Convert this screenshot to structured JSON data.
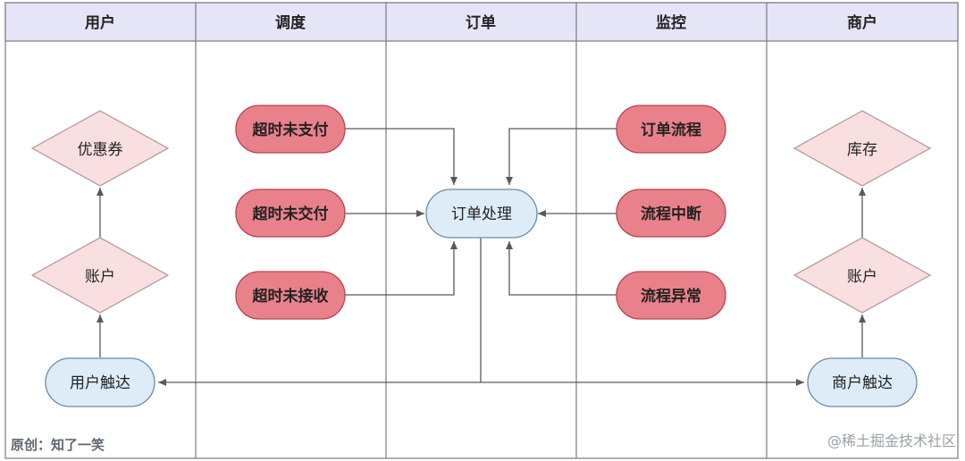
{
  "lanes": [
    {
      "id": "user",
      "label": "用户"
    },
    {
      "id": "dispatch",
      "label": "调度"
    },
    {
      "id": "order",
      "label": "订单"
    },
    {
      "id": "monitor",
      "label": "监控"
    },
    {
      "id": "merchant",
      "label": "商户"
    }
  ],
  "nodes": {
    "user_coupon": {
      "label": "优惠券",
      "shape": "diamond"
    },
    "user_account": {
      "label": "账户",
      "shape": "diamond"
    },
    "user_reach": {
      "label": "用户触达",
      "shape": "pill-blue"
    },
    "timeout_unpaid": {
      "label": "超时未支付",
      "shape": "pill-red"
    },
    "timeout_undelivered": {
      "label": "超时未交付",
      "shape": "pill-red"
    },
    "timeout_unreceived": {
      "label": "超时未接收",
      "shape": "pill-red"
    },
    "order_process": {
      "label": "订单处理",
      "shape": "pill-blue"
    },
    "order_flow": {
      "label": "订单流程",
      "shape": "pill-red"
    },
    "flow_interrupt": {
      "label": "流程中断",
      "shape": "pill-red"
    },
    "flow_exception": {
      "label": "流程异常",
      "shape": "pill-red"
    },
    "merchant_stock": {
      "label": "库存",
      "shape": "diamond"
    },
    "merchant_account": {
      "label": "账户",
      "shape": "diamond"
    },
    "merchant_reach": {
      "label": "商户触达",
      "shape": "pill-blue"
    }
  },
  "edges": [
    {
      "from": "timeout_unpaid",
      "to": "order_process"
    },
    {
      "from": "timeout_undelivered",
      "to": "order_process"
    },
    {
      "from": "timeout_unreceived",
      "to": "order_process"
    },
    {
      "from": "order_flow",
      "to": "order_process"
    },
    {
      "from": "flow_interrupt",
      "to": "order_process"
    },
    {
      "from": "flow_exception",
      "to": "order_process"
    },
    {
      "from": "order_process",
      "to": "user_reach"
    },
    {
      "from": "order_process",
      "to": "merchant_reach"
    },
    {
      "from": "user_reach",
      "to": "user_account"
    },
    {
      "from": "user_account",
      "to": "user_coupon"
    },
    {
      "from": "merchant_reach",
      "to": "merchant_account"
    },
    {
      "from": "merchant_account",
      "to": "merchant_stock"
    }
  ],
  "watermark": {
    "left": "原创：知了一笑",
    "right": "@稀土掘金技术社区"
  },
  "colors": {
    "header_bg": "#e6e4f7",
    "border": "#7b7b82",
    "pill_red_fill": "#e9818b",
    "pill_red_stroke": "#b8434f",
    "pill_blue_fill": "#ddecf7",
    "pill_blue_stroke": "#6c8aa3",
    "diamond_fill": "#f9dfe0",
    "diamond_stroke": "#b59ea0",
    "edge": "#555a61"
  }
}
